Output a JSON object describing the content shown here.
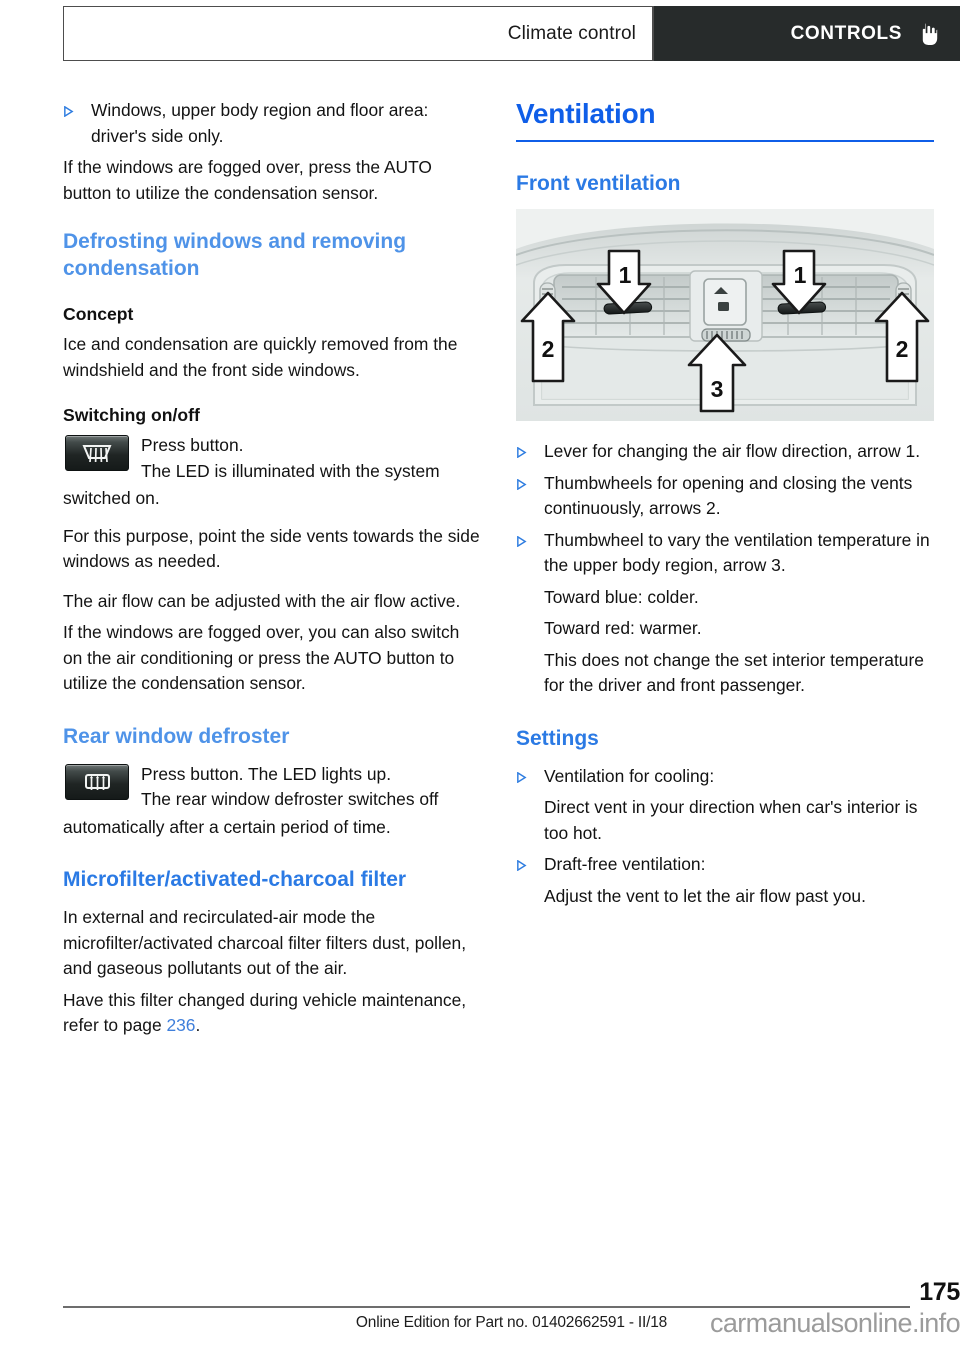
{
  "header": {
    "chapter": "Climate control",
    "section": "CONTROLS",
    "hand_icon": "pointing-hand-icon"
  },
  "left_column": {
    "bullet_1": "Windows, upper body region and floor area: driver's side only.",
    "para_1": "If the windows are fogged over, press the AUTO button to utilize the condensation sensor.",
    "heading_defrosting": "Defrosting windows and removing condensation",
    "heading_concept": "Concept",
    "para_concept": "Ice and condensation are quickly removed from the windshield and the front side windows.",
    "heading_switching": "Switching on/off",
    "icon_windshield_defroster": "windshield-defroster-button-icon",
    "press_button": "Press button.",
    "led_line": "The LED is illuminated with the system switched on.",
    "para_side_vents": "For this purpose, point the side vents towards the side windows as needed.",
    "para_air_flow": "The air flow can be adjusted with the air flow active.",
    "para_fogged": "If the windows are fogged over, you can also switch on the air conditioning or press the AUTO button to utilize the condensation sensor.",
    "heading_rear_defroster": "Rear window defroster",
    "icon_rear_defroster": "rear-window-defroster-button-icon",
    "rear_press_button": "Press button. The LED lights up.",
    "rear_auto_off": "The rear window defroster switches off automatically after a certain period of time.",
    "heading_microfilter": "Microfilter/activated-charcoal filter",
    "para_microfilter": "In external and recirculated-air mode the microfilter/activated charcoal filter filters dust, pollen, and gaseous pollutants out of the air.",
    "para_filter_change_pre": "Have this filter changed during vehicle maintenance, refer to page ",
    "para_filter_change_link": "236",
    "para_filter_change_post": "."
  },
  "right_column": {
    "heading_ventilation": "Ventilation",
    "heading_front_ventilation": "Front ventilation",
    "figure": {
      "name": "front-dashboard-vents-illustration",
      "callouts": [
        "1",
        "1",
        "2",
        "2",
        "3"
      ]
    },
    "bullets": [
      "Lever for changing the air flow direction, arrow 1.",
      "Thumbwheels for opening and closing the vents continuously, arrows 2.",
      "Thumbwheel to vary the ventilation temperature in the upper body region, arrow 3."
    ],
    "sub_lines": [
      "Toward blue: colder.",
      "Toward red: warmer.",
      "This does not change the set interior temperature for the driver and front passenger."
    ],
    "heading_settings": "Settings",
    "settings": [
      {
        "bullet": "Ventilation for cooling:",
        "detail": "Direct vent in your direction when car's interior is too hot."
      },
      {
        "bullet": "Draft-free ventilation:",
        "detail": "Adjust the vent to let the air flow past you."
      }
    ]
  },
  "footer": {
    "page_number": "175",
    "edition_text": "Online Edition for Part no. 01402662591 - II/18",
    "watermark": "carmanualsonline.info"
  },
  "colors": {
    "main_heading_blue": "#0f5ee8",
    "sub_heading_blue": "#4f93e8",
    "link_blue": "#3f7fdb",
    "header_dark": "#272b2b",
    "body_text": "#141414"
  }
}
